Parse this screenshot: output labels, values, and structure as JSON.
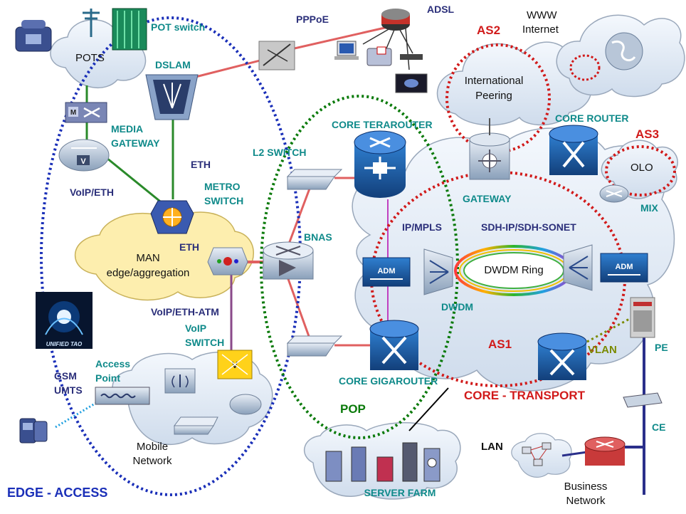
{
  "labels": {
    "pot_switch": "POT switch",
    "pppoe": "PPPoE",
    "adsl": "ADSL",
    "www": "WWW",
    "internet": "Internet",
    "as2": "AS2",
    "pots": "POTS",
    "dslam": "DSLAM",
    "international": "International",
    "peering": "Peering",
    "core_terarouter": "CORE TERAROUTER",
    "core_router": "CORE ROUTER",
    "as3": "AS3",
    "media": "MEDIA",
    "gateway_media": "GATEWAY",
    "l2_switch": "L2 SWITCH",
    "eth_top": "ETH",
    "olo": "OLO",
    "voip_eth": "VoIP/ETH",
    "metro": "METRO",
    "switch_metro": "SWITCH",
    "gateway": "GATEWAY",
    "mix": "MIX",
    "ip_mpls": "IP/MPLS",
    "sdh": "SDH-IP/SDH-SONET",
    "bnas": "BNAS",
    "eth_man": "ETH",
    "man": "MAN",
    "edge_aggregation": "edge/aggregation",
    "adm_left": "ADM",
    "adm_right": "ADM",
    "dwdm_ring": "DWDM Ring",
    "dwdm": "DWDM",
    "voip_eth_atm": "VoIP/ETH-ATM",
    "voip": "VoIP",
    "voip_switch": "SWITCH",
    "as1": "AS1",
    "vlan": "VLAN",
    "pe": "PE",
    "access": "Access",
    "point": "Point",
    "gsm": "GSM",
    "umts": "UMTS",
    "core_gigarouter": "CORE GIGAROUTER",
    "core_transport": "CORE - TRANSPORT",
    "pop": "POP",
    "ce": "CE",
    "lan": "LAN",
    "mobile": "Mobile",
    "network_mobile": "Network",
    "business": "Business",
    "network_business": "Network",
    "server_farm": "SERVER FARM",
    "edge_access": "EDGE - ACCESS",
    "unified_tao": "UNIFIED TAO",
    "mg_v": "V",
    "mg_m": "M",
    "voip_v": "V"
  },
  "colors": {
    "edge_ring": "#1a2fb8",
    "pop_ring": "#0a7a0a",
    "as_ring": "#d11a1a",
    "eth_link": "#2a8a2a",
    "red_link": "#e06060",
    "purple_link": "#8a4a8a",
    "cloud_blue": "#e2ecf7",
    "cloud_yellow": "#fff0b8",
    "device_blue": "#1f5aa0"
  }
}
